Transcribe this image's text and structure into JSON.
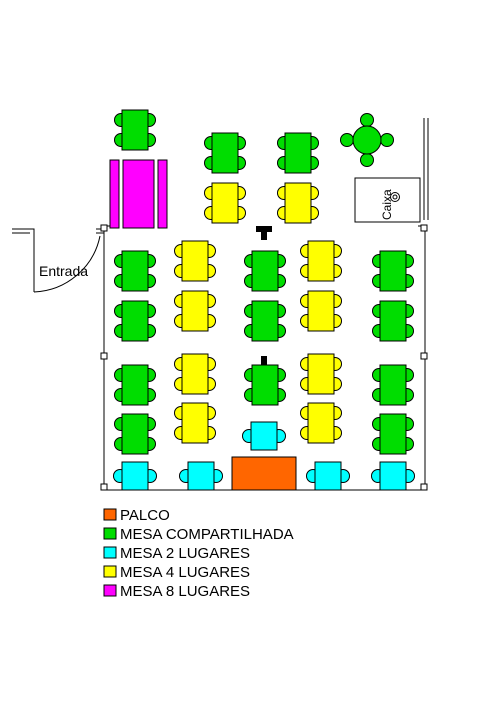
{
  "labels": {
    "entrance": "Entrada",
    "cashier": "Caixa"
  },
  "colors": {
    "stage": "#ff6600",
    "shared": "#00dd00",
    "two_seats": "#00ffff",
    "four_seats": "#ffff00",
    "eight_seats": "#ff00ff"
  },
  "legend": [
    {
      "key": "stage",
      "label": "PALCO",
      "color": "#ff6600"
    },
    {
      "key": "shared",
      "label": "MESA COMPARTILHADA",
      "color": "#00dd00"
    },
    {
      "key": "two_seats",
      "label": "MESA 2 LUGARES",
      "color": "#00ffff"
    },
    {
      "key": "four_seats",
      "label": "MESA 4 LUGARES",
      "color": "#ffff00"
    },
    {
      "key": "eight_seats",
      "label": "MESA 8 LUGARES",
      "color": "#ff00ff"
    }
  ]
}
